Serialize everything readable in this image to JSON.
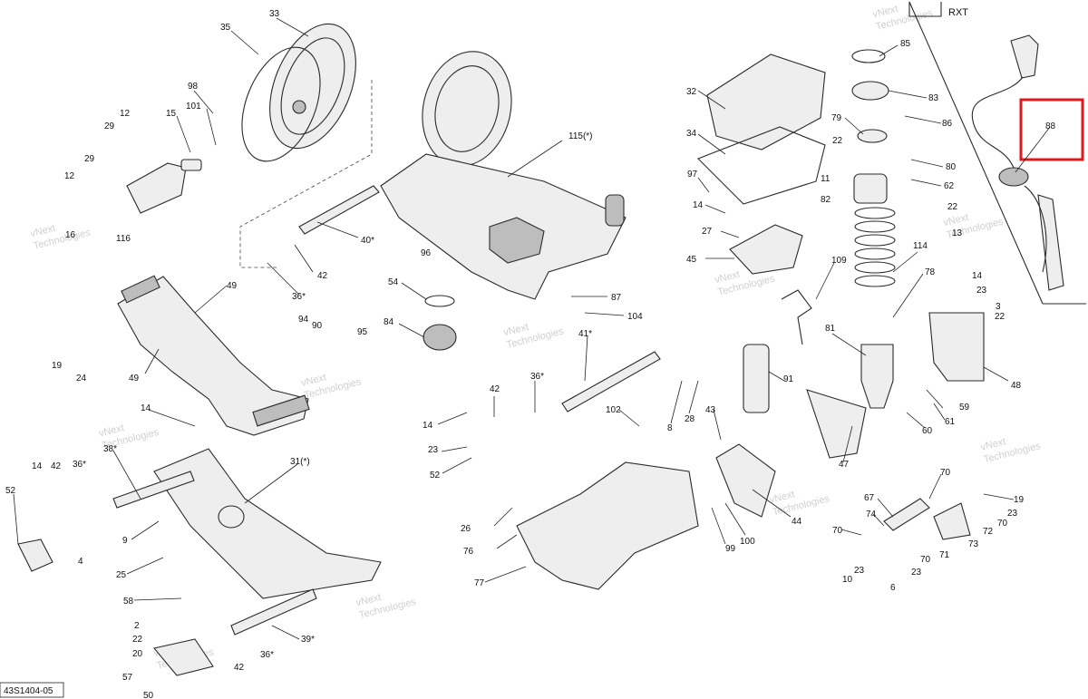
{
  "diagram": {
    "reference_code": "43S1404-05",
    "variant_tag": "RXT",
    "highlighted_callout": "88",
    "watermark": [
      "vNext",
      "Technologies"
    ],
    "colors": {
      "highlight": "#e0191d",
      "ink": "#2a2a2a",
      "fill": "#eeeeee"
    },
    "callouts": [
      {
        "id": "c33",
        "label": "33"
      },
      {
        "id": "c35",
        "label": "35"
      },
      {
        "id": "c98",
        "label": "98"
      },
      {
        "id": "c12a",
        "label": "12"
      },
      {
        "id": "c29a",
        "label": "29"
      },
      {
        "id": "c15",
        "label": "15"
      },
      {
        "id": "c101",
        "label": "101"
      },
      {
        "id": "c29b",
        "label": "29"
      },
      {
        "id": "c12b",
        "label": "12"
      },
      {
        "id": "c16",
        "label": "16"
      },
      {
        "id": "c116",
        "label": "116"
      },
      {
        "id": "c115",
        "label": "115(*)"
      },
      {
        "id": "c40",
        "label": "40*"
      },
      {
        "id": "c96",
        "label": "96"
      },
      {
        "id": "c42a",
        "label": "42"
      },
      {
        "id": "c36a",
        "label": "36*"
      },
      {
        "id": "c54",
        "label": "54"
      },
      {
        "id": "c87",
        "label": "87"
      },
      {
        "id": "c104",
        "label": "104"
      },
      {
        "id": "c84",
        "label": "84"
      },
      {
        "id": "c49a",
        "label": "49"
      },
      {
        "id": "c49b",
        "label": "49"
      },
      {
        "id": "c19a",
        "label": "19"
      },
      {
        "id": "c24",
        "label": "24"
      },
      {
        "id": "c94",
        "label": "94"
      },
      {
        "id": "c90",
        "label": "90"
      },
      {
        "id": "c95",
        "label": "95"
      },
      {
        "id": "c41",
        "label": "41*"
      },
      {
        "id": "c36b",
        "label": "36*"
      },
      {
        "id": "c42b",
        "label": "42"
      },
      {
        "id": "c14a",
        "label": "14"
      },
      {
        "id": "c23a",
        "label": "23"
      },
      {
        "id": "c52a",
        "label": "52"
      },
      {
        "id": "c102",
        "label": "102"
      },
      {
        "id": "c14b",
        "label": "14"
      },
      {
        "id": "c38",
        "label": "38*"
      },
      {
        "id": "c31",
        "label": "31(*)"
      },
      {
        "id": "c14c",
        "label": "14"
      },
      {
        "id": "c42c",
        "label": "42"
      },
      {
        "id": "c36c",
        "label": "36*"
      },
      {
        "id": "c52b",
        "label": "52"
      },
      {
        "id": "c4",
        "label": "4"
      },
      {
        "id": "c9",
        "label": "9"
      },
      {
        "id": "c25",
        "label": "25"
      },
      {
        "id": "c58",
        "label": "58"
      },
      {
        "id": "c2",
        "label": "2"
      },
      {
        "id": "c22a",
        "label": "22"
      },
      {
        "id": "c20",
        "label": "20"
      },
      {
        "id": "c57",
        "label": "57"
      },
      {
        "id": "c50",
        "label": "50"
      },
      {
        "id": "c39",
        "label": "39*"
      },
      {
        "id": "c36d",
        "label": "36*"
      },
      {
        "id": "c42d",
        "label": "42"
      },
      {
        "id": "c26",
        "label": "26"
      },
      {
        "id": "c76",
        "label": "76"
      },
      {
        "id": "c77",
        "label": "77"
      },
      {
        "id": "c32",
        "label": "32"
      },
      {
        "id": "c34",
        "label": "34"
      },
      {
        "id": "c97",
        "label": "97"
      },
      {
        "id": "c14d",
        "label": "14"
      },
      {
        "id": "c27",
        "label": "27"
      },
      {
        "id": "c45",
        "label": "45"
      },
      {
        "id": "c85",
        "label": "85"
      },
      {
        "id": "c83",
        "label": "83"
      },
      {
        "id": "c79",
        "label": "79"
      },
      {
        "id": "c86",
        "label": "86"
      },
      {
        "id": "c22b",
        "label": "22"
      },
      {
        "id": "c11",
        "label": "11"
      },
      {
        "id": "c82",
        "label": "82"
      },
      {
        "id": "c80",
        "label": "80"
      },
      {
        "id": "c62",
        "label": "62"
      },
      {
        "id": "c22c",
        "label": "22"
      },
      {
        "id": "c13",
        "label": "13"
      },
      {
        "id": "c114",
        "label": "114"
      },
      {
        "id": "c109",
        "label": "109"
      },
      {
        "id": "c78",
        "label": "78"
      },
      {
        "id": "c81",
        "label": "81"
      },
      {
        "id": "c91",
        "label": "91"
      },
      {
        "id": "c8",
        "label": "8"
      },
      {
        "id": "c28",
        "label": "28"
      },
      {
        "id": "c43",
        "label": "43"
      },
      {
        "id": "c44",
        "label": "44"
      },
      {
        "id": "c99",
        "label": "99"
      },
      {
        "id": "c100",
        "label": "100"
      },
      {
        "id": "c47",
        "label": "47"
      },
      {
        "id": "c14e",
        "label": "14"
      },
      {
        "id": "c23b",
        "label": "23"
      },
      {
        "id": "c3",
        "label": "3"
      },
      {
        "id": "c22d",
        "label": "22"
      },
      {
        "id": "c48",
        "label": "48"
      },
      {
        "id": "c59",
        "label": "59"
      },
      {
        "id": "c61",
        "label": "61"
      },
      {
        "id": "c60",
        "label": "60"
      },
      {
        "id": "c70a",
        "label": "70"
      },
      {
        "id": "c67",
        "label": "67"
      },
      {
        "id": "c19b",
        "label": "19"
      },
      {
        "id": "c74",
        "label": "74"
      },
      {
        "id": "c23c",
        "label": "23"
      },
      {
        "id": "c70b",
        "label": "70"
      },
      {
        "id": "c70c",
        "label": "70"
      },
      {
        "id": "c72",
        "label": "72"
      },
      {
        "id": "c73",
        "label": "73"
      },
      {
        "id": "c70d",
        "label": "70"
      },
      {
        "id": "c71",
        "label": "71"
      },
      {
        "id": "c23d",
        "label": "23"
      },
      {
        "id": "c23e",
        "label": "23"
      },
      {
        "id": "c10",
        "label": "10"
      },
      {
        "id": "c6",
        "label": "6"
      },
      {
        "id": "c88",
        "label": "88"
      }
    ]
  }
}
